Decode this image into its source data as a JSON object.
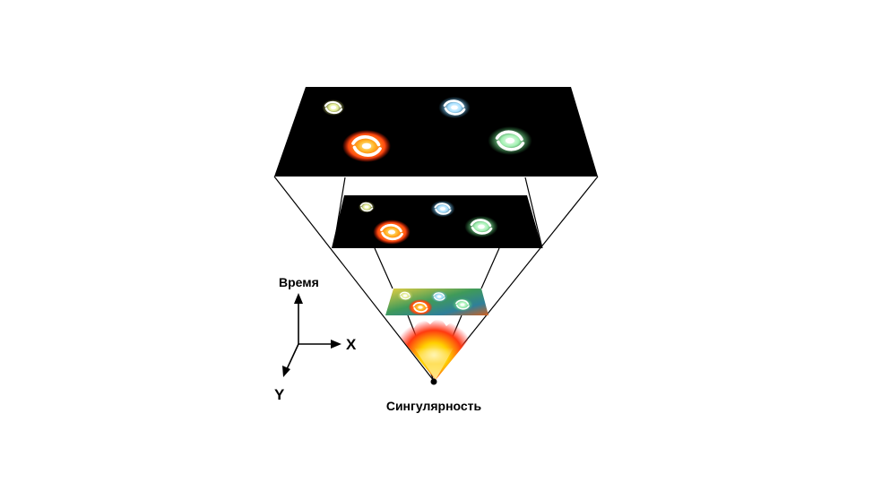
{
  "labels": {
    "time_axis": "Время",
    "x_axis": "X",
    "y_axis": "Y",
    "singularity": "Сингулярность"
  },
  "colors": {
    "background": "#ffffff",
    "plane": "#000000",
    "lines": "#000000",
    "galaxy_yellow_green": "#d8e88a",
    "galaxy_blue": "#9fd8ff",
    "galaxy_orange": "#ff8a1a",
    "galaxy_green": "#8ff0a0"
  }
}
